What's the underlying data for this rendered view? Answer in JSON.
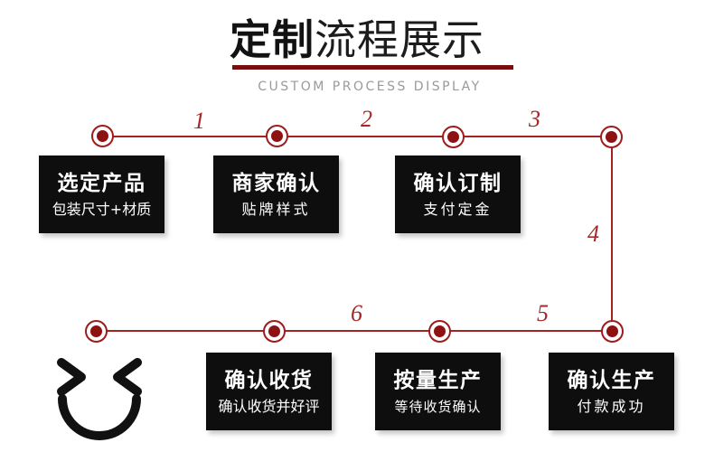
{
  "header": {
    "title_bold": "定制",
    "title_light": "流程展示",
    "subtitle": "CUSTOM PROCESS DISPLAY"
  },
  "flow": {
    "connector_numbers": [
      "1",
      "2",
      "3",
      "4",
      "5",
      "6"
    ],
    "top_steps": [
      {
        "title": "选定产品",
        "subtitle": "包装尺寸+材质"
      },
      {
        "title": "商家确认",
        "subtitle": "贴牌样式"
      },
      {
        "title": "确认订制",
        "subtitle": "支付定金"
      }
    ],
    "bottom_steps": [
      {
        "title": "确认收货",
        "subtitle": "确认收货并好评"
      },
      {
        "title": "按量生产",
        "subtitle": "等待收货确认"
      },
      {
        "title": "确认生产",
        "subtitle": "付款成功"
      }
    ]
  },
  "icons": {
    "smiley": "smiley-face-icon"
  },
  "colors": {
    "accent_red": "#9e1c1c",
    "line_red": "#a32222",
    "dot_red": "#8e1212",
    "underline_red": "#7a0d0d",
    "number_red": "#a52727",
    "box_black": "#0e0e0e",
    "subtitle_gray": "#9a9a9a",
    "text_white": "#ffffff",
    "smiley_black": "#111111"
  }
}
